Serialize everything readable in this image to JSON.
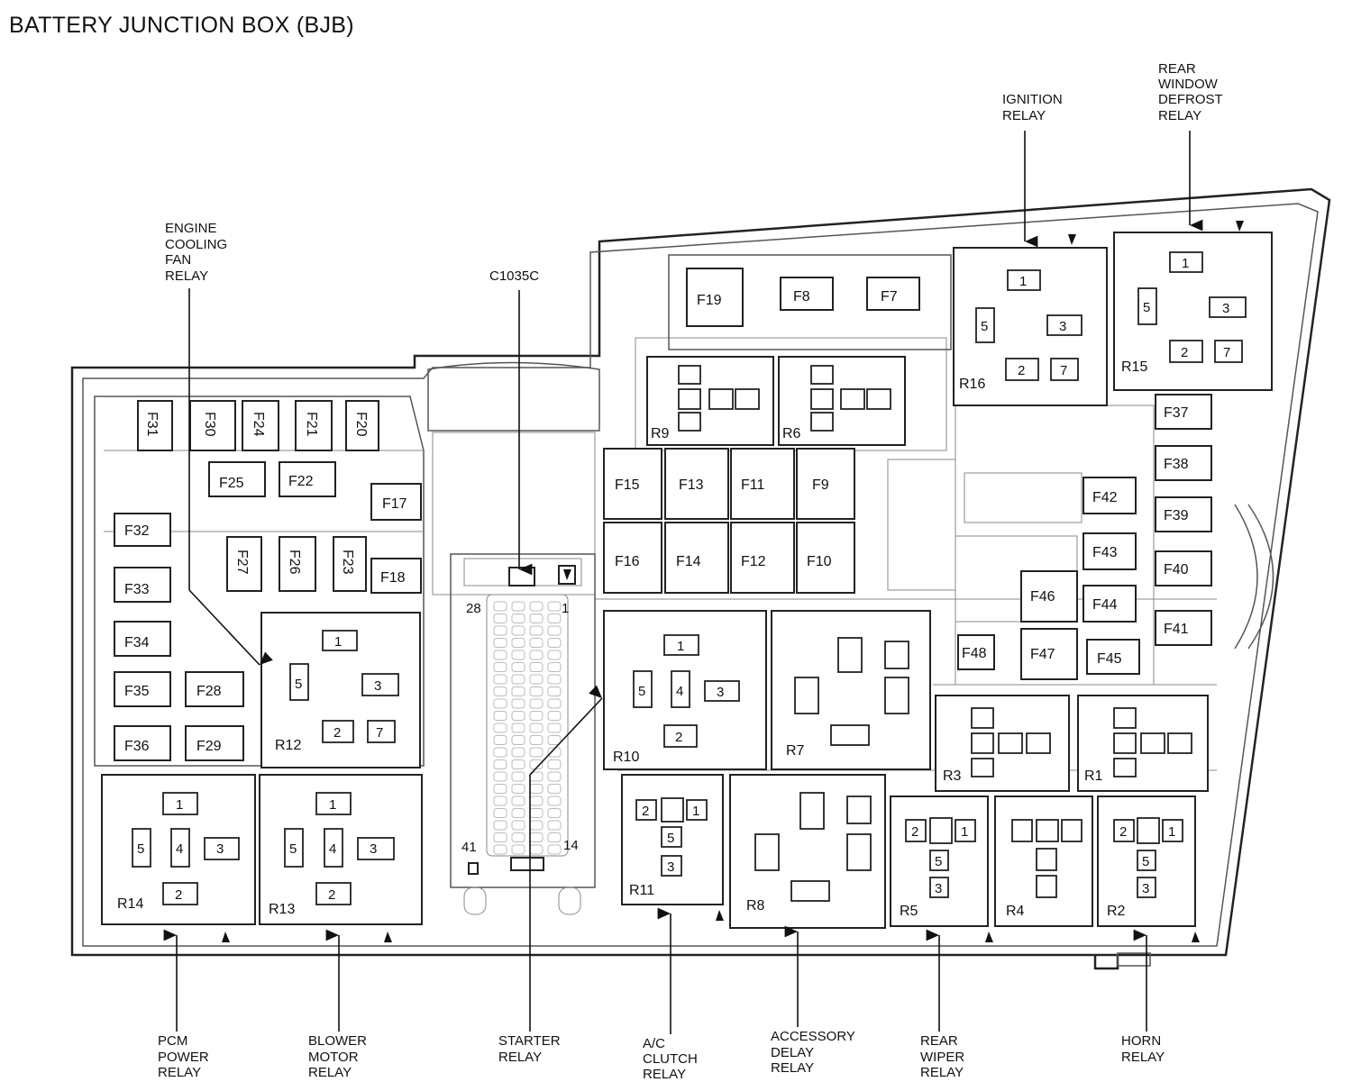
{
  "title": "BATTERY JUNCTION BOX (BJB)",
  "fuses": {
    "F7": "F7",
    "F8": "F8",
    "F9": "F9",
    "F10": "F10",
    "F11": "F11",
    "F12": "F12",
    "F13": "F13",
    "F14": "F14",
    "F15": "F15",
    "F16": "F16",
    "F17": "F17",
    "F18": "F18",
    "F19": "F19",
    "F20": "F20",
    "F21": "F21",
    "F22": "F22",
    "F23": "F23",
    "F24": "F24",
    "F25": "F25",
    "F26": "F26",
    "F27": "F27",
    "F28": "F28",
    "F29": "F29",
    "F30": "F30",
    "F31": "F31",
    "F32": "F32",
    "F33": "F33",
    "F34": "F34",
    "F35": "F35",
    "F36": "F36",
    "F37": "F37",
    "F38": "F38",
    "F39": "F39",
    "F40": "F40",
    "F41": "F41",
    "F42": "F42",
    "F43": "F43",
    "F44": "F44",
    "F45": "F45",
    "F46": "F46",
    "F47": "F47",
    "F48": "F48"
  },
  "relays": {
    "R1": "R1",
    "R2": "R2",
    "R3": "R3",
    "R4": "R4",
    "R5": "R5",
    "R6": "R6",
    "R7": "R7",
    "R8": "R8",
    "R9": "R9",
    "R10": "R10",
    "R11": "R11",
    "R12": "R12",
    "R13": "R13",
    "R14": "R14",
    "R15": "R15",
    "R16": "R16"
  },
  "pins": {
    "p1": "1",
    "p2": "2",
    "p3": "3",
    "p4": "4",
    "p5": "5",
    "p7": "7"
  },
  "connector_pins": {
    "c28": "28",
    "c1": "1",
    "c41": "41",
    "c14": "14"
  },
  "callouts": {
    "ignition": [
      "IGNITION",
      "RELAY"
    ],
    "rear_defrost": [
      "REAR",
      "WINDOW",
      "DEFROST",
      "RELAY"
    ],
    "engine_cooling": [
      "ENGINE",
      "COOLING",
      "FAN",
      "RELAY"
    ],
    "c1035c": [
      "C1035C"
    ],
    "pcm": [
      "PCM",
      "POWER",
      "RELAY"
    ],
    "blower": [
      "BLOWER",
      "MOTOR",
      "RELAY"
    ],
    "starter": [
      "STARTER",
      "RELAY"
    ],
    "ac_clutch": [
      "A/C",
      "CLUTCH",
      "RELAY"
    ],
    "accessory": [
      "ACCESSORY",
      "DELAY",
      "RELAY"
    ],
    "rear_wiper": [
      "REAR",
      "WIPER",
      "RELAY"
    ],
    "horn": [
      "HORN",
      "RELAY"
    ]
  }
}
